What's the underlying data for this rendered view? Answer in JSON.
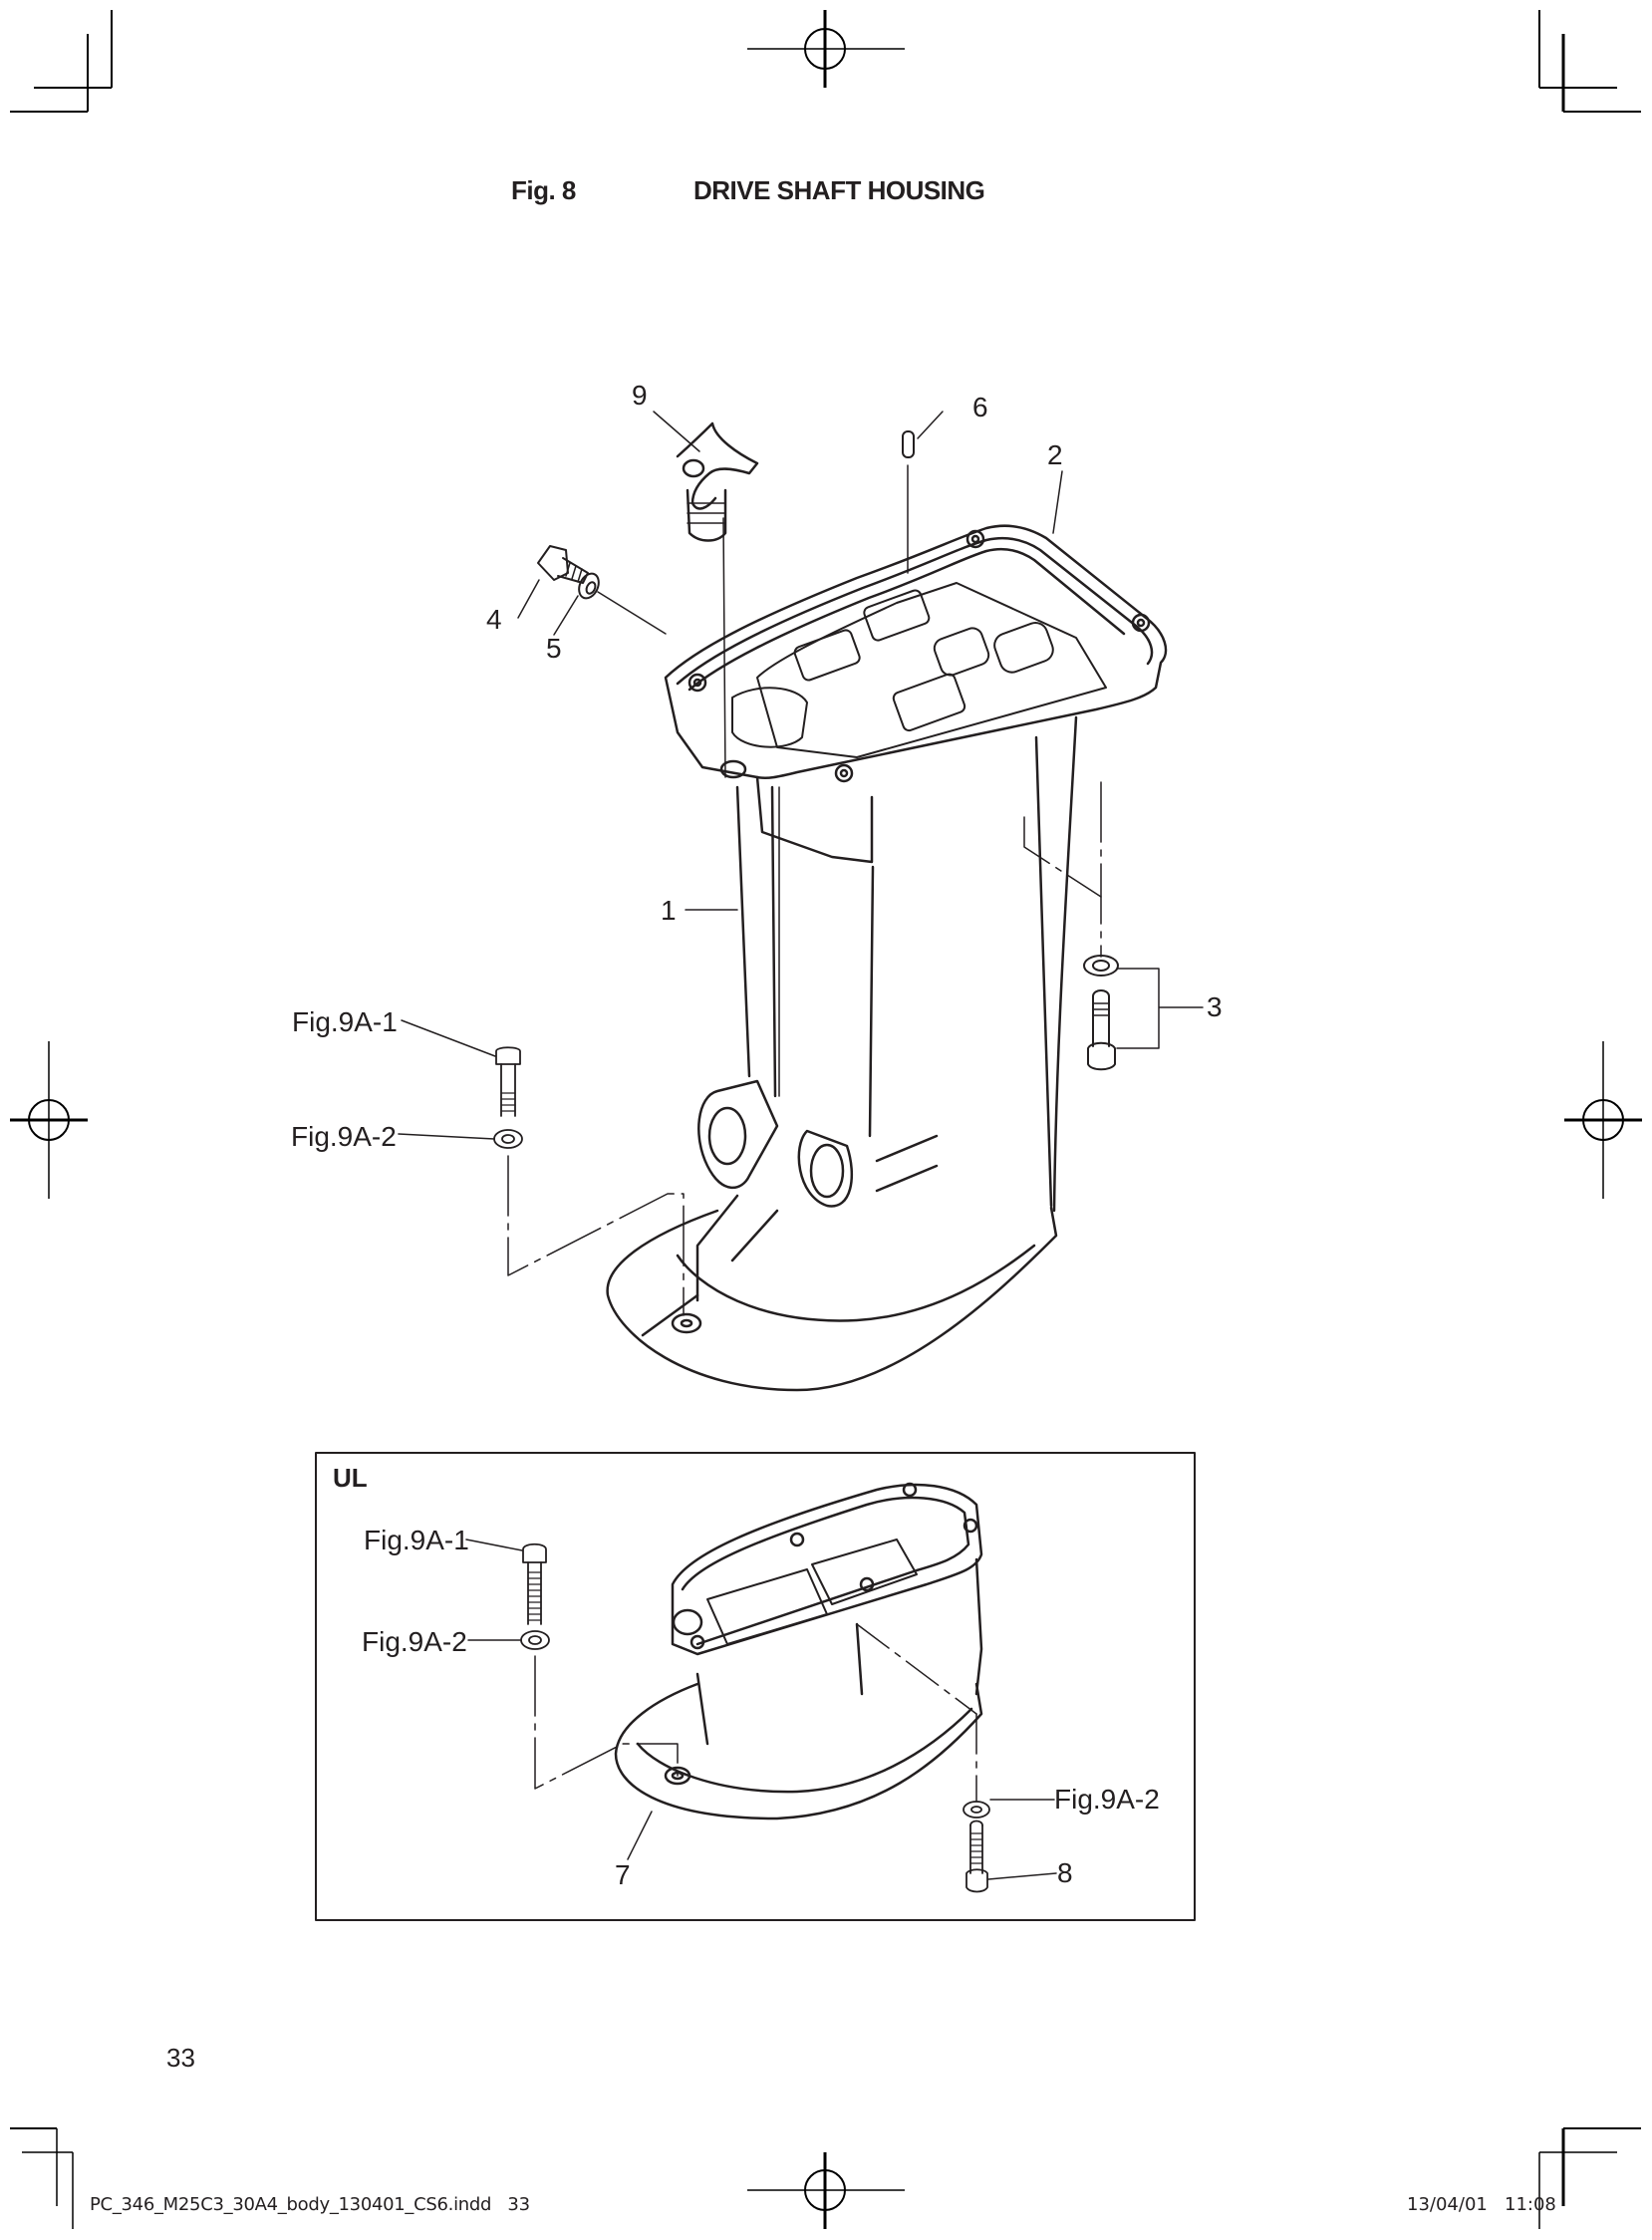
{
  "header": {
    "figure_label": "Fig. 8",
    "title": "DRIVE SHAFT HOUSING"
  },
  "main_diagram": {
    "callouts": [
      {
        "id": "9",
        "label": "9"
      },
      {
        "id": "6",
        "label": "6"
      },
      {
        "id": "2",
        "label": "2"
      },
      {
        "id": "4",
        "label": "4"
      },
      {
        "id": "5",
        "label": "5"
      },
      {
        "id": "1",
        "label": "1"
      },
      {
        "id": "3",
        "label": "3"
      },
      {
        "id": "fig9a1",
        "label": "Fig.9A-1"
      },
      {
        "id": "fig9a2",
        "label": "Fig.9A-2"
      }
    ]
  },
  "ul_inset": {
    "label": "UL",
    "callouts": [
      {
        "id": "fig9a1",
        "label": "Fig.9A-1"
      },
      {
        "id": "fig9a2_left",
        "label": "Fig.9A-2"
      },
      {
        "id": "fig9a2_right",
        "label": "Fig.9A-2"
      },
      {
        "id": "7",
        "label": "7"
      },
      {
        "id": "8",
        "label": "8"
      }
    ]
  },
  "footer": {
    "page_number": "33",
    "slug_filename": "PC_346_M25C3_30A4_body_130401_CS6.indd   33",
    "slug_datetime": "13/04/01   11:08"
  }
}
